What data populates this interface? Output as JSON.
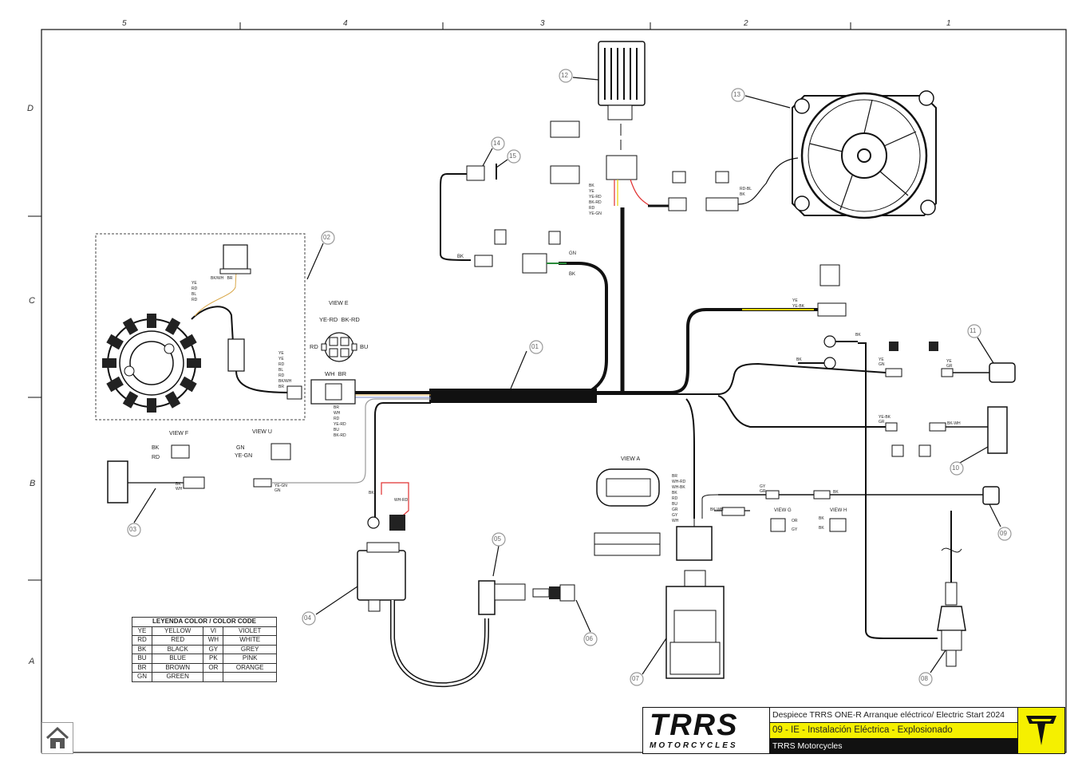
{
  "zones": {
    "numbers": [
      "5",
      "4",
      "3",
      "2",
      "1"
    ],
    "letters": [
      "D",
      "C",
      "B",
      "A"
    ]
  },
  "callouts": [
    "01",
    "02",
    "03",
    "04",
    "05",
    "06",
    "07",
    "08",
    "09",
    "10",
    "11",
    "12",
    "13",
    "14",
    "15"
  ],
  "view_labels": {
    "view_e": "VIEW E",
    "view_f": "VIEW F",
    "view_u": "VIEW U",
    "view_a": "VIEW A",
    "view_g": "VIEW G",
    "view_h": "VIEW H"
  },
  "wire_labels": {
    "view_e_top": "YE-RD  BK-RD",
    "view_e_rd": "RD",
    "view_e_bu": "BU",
    "view_e_bottom": "WH  BR",
    "view_f_bk": "BK",
    "view_f_rd": "RD",
    "view_u_gn": "GN",
    "view_u_yegn": "YE-GN",
    "stator_top": "BK/WH   BR",
    "stator_left": [
      "YE",
      "RD",
      "BL",
      "RD"
    ],
    "stator_right": [
      "YE",
      "YE",
      "RD",
      "BL",
      "RD",
      "BK/WH",
      "BR"
    ],
    "main_under": [
      "BR",
      "WH",
      "RD",
      "YE-RD",
      "BU",
      "BK-RD"
    ],
    "sensor_bk": "BK",
    "sensor_gn": "GN",
    "sensor_bk2": "BK",
    "reg_wires": [
      "BK",
      "YE",
      "YE-RD",
      "BK-RD",
      "RD",
      "YE-GN"
    ],
    "fan_rdbl": "RD-BL",
    "fan_bk": "BK",
    "relay_ye": "YE",
    "relay_yebk": "YE-BK",
    "ground_bk": "BK",
    "ground_bk2": "BK",
    "kill_yegn": "YE\nGN",
    "kill_yegr": "YE\nGR",
    "rect_yebk": "YE-BK\nGR",
    "rect_bkwh": "BK-WH",
    "coil_bk": "BK",
    "coil_whrd": "WH-RD",
    "gy_gr": "GY\nGR",
    "bk_h": "BK",
    "view_g_or": "OR",
    "view_g_gy": "GY",
    "view_h_bk": "BK",
    "view_h_bk2": "BK",
    "ecu_wires": [
      "BR",
      "WH-RD",
      "WH-BK",
      "BK",
      "RD",
      "BU",
      "GR",
      "GY",
      "WH"
    ],
    "bkwh_ecu": "BK-WH",
    "f3_bkwh": "BK\nWH",
    "f3_yegn": "YE-GN\nGN"
  },
  "legend": {
    "title": "LEYENDA COLOR / COLOR CODE",
    "rows": [
      {
        "c1": "YE",
        "n1": "YELLOW",
        "c2": "VI",
        "n2": "VIOLET"
      },
      {
        "c1": "RD",
        "n1": "RED",
        "c2": "WH",
        "n2": "WHITE"
      },
      {
        "c1": "BK",
        "n1": "BLACK",
        "c2": "GY",
        "n2": "GREY"
      },
      {
        "c1": "BU",
        "n1": "BLUE",
        "c2": "PK",
        "n2": "PINK"
      },
      {
        "c1": "BR",
        "n1": "BROWN",
        "c2": "OR",
        "n2": "ORANGE"
      },
      {
        "c1": "GN",
        "n1": "GREEN",
        "c2": "",
        "n2": ""
      }
    ]
  },
  "title_block": {
    "logo_text": "TRRS",
    "logo_sub": "MOTORCYCLES",
    "line1": "Despiece TRRS ONE-R  Arranque eléctrico/ Electric Start 2024",
    "line2": "09 - IE - Instalación Eléctrica - Explosionado",
    "line3": "TRRS Motorcycles"
  },
  "colors": {
    "accent_yellow": "#f5f000",
    "wire_black": "#111111",
    "wire_red": "#e03030",
    "wire_yellow": "#e8d000",
    "wire_grey": "#9a9a9a"
  },
  "icons": {
    "home": "home-icon"
  }
}
